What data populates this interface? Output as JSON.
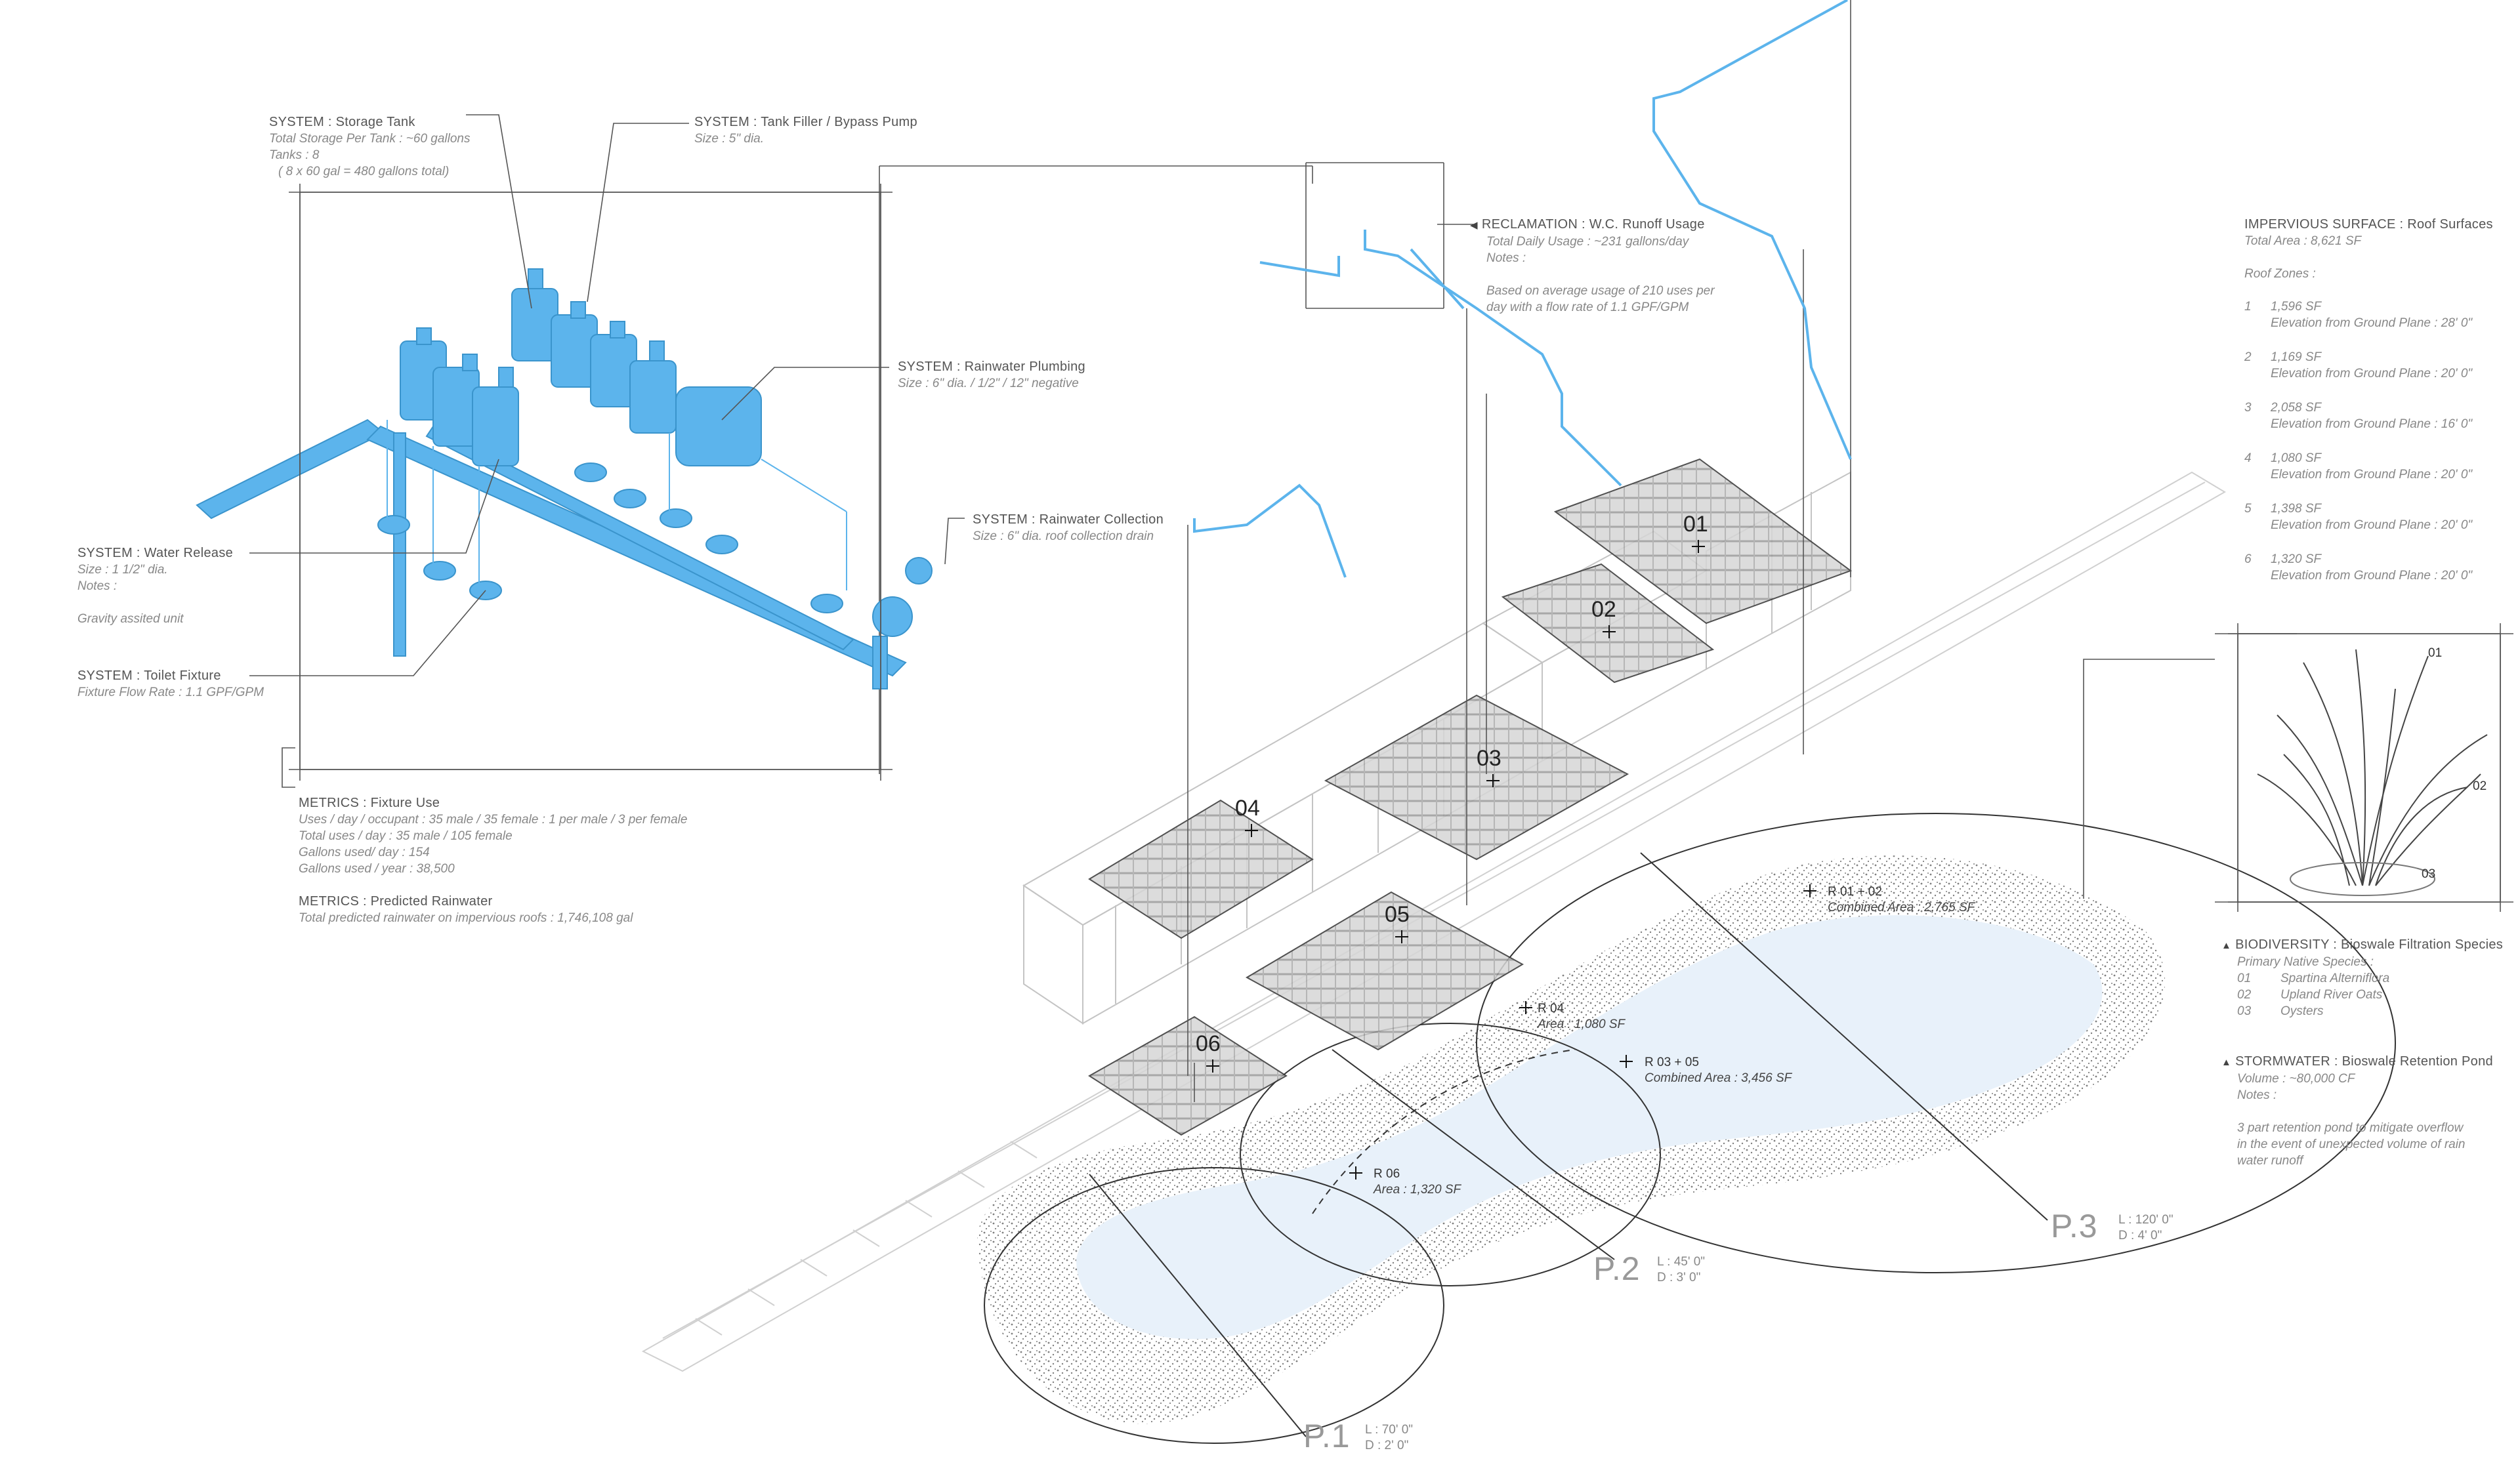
{
  "colors": {
    "water": "#5cb4ec",
    "pond_fill": "#e8f1fa",
    "line": "#333333",
    "building": "#bcbcbc"
  },
  "storage_tank": {
    "title": "SYSTEM : Storage Tank",
    "l1": "Total Storage Per Tank : ~60 gallons",
    "l2": "Tanks : 8",
    "l3": "( 8 x 60 gal = 480 gallons total)"
  },
  "tank_filler": {
    "title": "SYSTEM : Tank Filler / Bypass Pump",
    "l1": "Size : 5\" dia."
  },
  "rain_plumbing": {
    "title": "SYSTEM : Rainwater Plumbing",
    "l1": "Size : 6\" dia. / 1/2\" / 12\" negative"
  },
  "rain_collection": {
    "title": "SYSTEM : Rainwater Collection",
    "l1": "Size : 6\" dia. roof collection drain"
  },
  "water_release": {
    "title": "SYSTEM : Water Release",
    "l1": "Size : 1 1/2\" dia.",
    "l2": "Notes :",
    "l3": "Gravity assited unit"
  },
  "toilet_fixture": {
    "title": "SYSTEM : Toilet Fixture",
    "l1": "Fixture Flow Rate : 1.1 GPF/GPM"
  },
  "fixture_use": {
    "title": "METRICS : Fixture Use",
    "l1": "Uses / day / occupant : 35 male / 35 female : 1 per male / 3 per female",
    "l2": "Total uses / day : 35 male / 105 female",
    "l3": "Gallons used/ day : 154",
    "l4": "Gallons used / year : 38,500"
  },
  "predicted_rain": {
    "title": "METRICS : Predicted Rainwater",
    "l1": "Total predicted rainwater on impervious roofs : 1,746,108 gal"
  },
  "reclamation": {
    "title": "RECLAMATION : W.C. Runoff Usage",
    "l1": "Total Daily Usage : ~231 gallons/day",
    "l2": "Notes :",
    "l3": "Based on average usage of 210 uses per",
    "l4": "day with a flow rate of 1.1 GPF/GPM"
  },
  "impervious": {
    "title": "IMPERVIOUS SURFACE : Roof Surfaces",
    "total": "Total Area : 8,621 SF",
    "zones_label": "Roof Zones :",
    "zones": [
      {
        "n": "1",
        "area": "1,596 SF",
        "elev": "Elevation from Ground Plane : 28' 0\""
      },
      {
        "n": "2",
        "area": "1,169 SF",
        "elev": "Elevation from Ground Plane : 20' 0\""
      },
      {
        "n": "3",
        "area": "2,058 SF",
        "elev": "Elevation from Ground Plane : 16' 0\""
      },
      {
        "n": "4",
        "area": "1,080 SF",
        "elev": "Elevation from Ground Plane : 20' 0\""
      },
      {
        "n": "5",
        "area": "1,398 SF",
        "elev": "Elevation from Ground Plane : 20' 0\""
      },
      {
        "n": "6",
        "area": "1,320 SF",
        "elev": "Elevation from Ground Plane : 20' 0\""
      }
    ]
  },
  "biodiversity": {
    "title": "BIODIVERSITY : Bioswale Filtration Species",
    "l1": "Primary Native Species :",
    "s1n": "01",
    "s1": "Spartina Alterniflora",
    "s2n": "02",
    "s2": "Upland River Oats",
    "s3n": "03",
    "s3": "Oysters"
  },
  "plant_labels": {
    "a": "01",
    "b": "02",
    "c": "03"
  },
  "stormwater": {
    "title": "STORMWATER : Bioswale Retention Pond",
    "l1": "Volume : ~80,000 CF",
    "l2": "Notes :",
    "l3": "3 part retention pond to mitigate overflow",
    "l4": "in the event of unexpected volume of rain",
    "l5": "water runoff"
  },
  "roofs": {
    "r1": "01",
    "r2": "02",
    "r3": "03",
    "r4": "04",
    "r5": "05",
    "r6": "06"
  },
  "areas": {
    "a1": {
      "label": "R 01 + 02",
      "value": "Combined Area : 2,765 SF"
    },
    "a2": {
      "label": "R 04",
      "value": "Area : 1,080 SF"
    },
    "a3": {
      "label": "R 03 + 05",
      "value": "Combined Area : 3,456 SF"
    },
    "a4": {
      "label": "R 06",
      "value": "Area : 1,320 SF"
    }
  },
  "ponds": {
    "p1": {
      "label": "P.1",
      "l": "L : 70' 0\"",
      "d": "D : 2' 0\""
    },
    "p2": {
      "label": "P.2",
      "l": "L : 45' 0\"",
      "d": "D : 3' 0\""
    },
    "p3": {
      "label": "P.3",
      "l": "L : 120' 0\"",
      "d": "D : 4' 0\""
    }
  }
}
